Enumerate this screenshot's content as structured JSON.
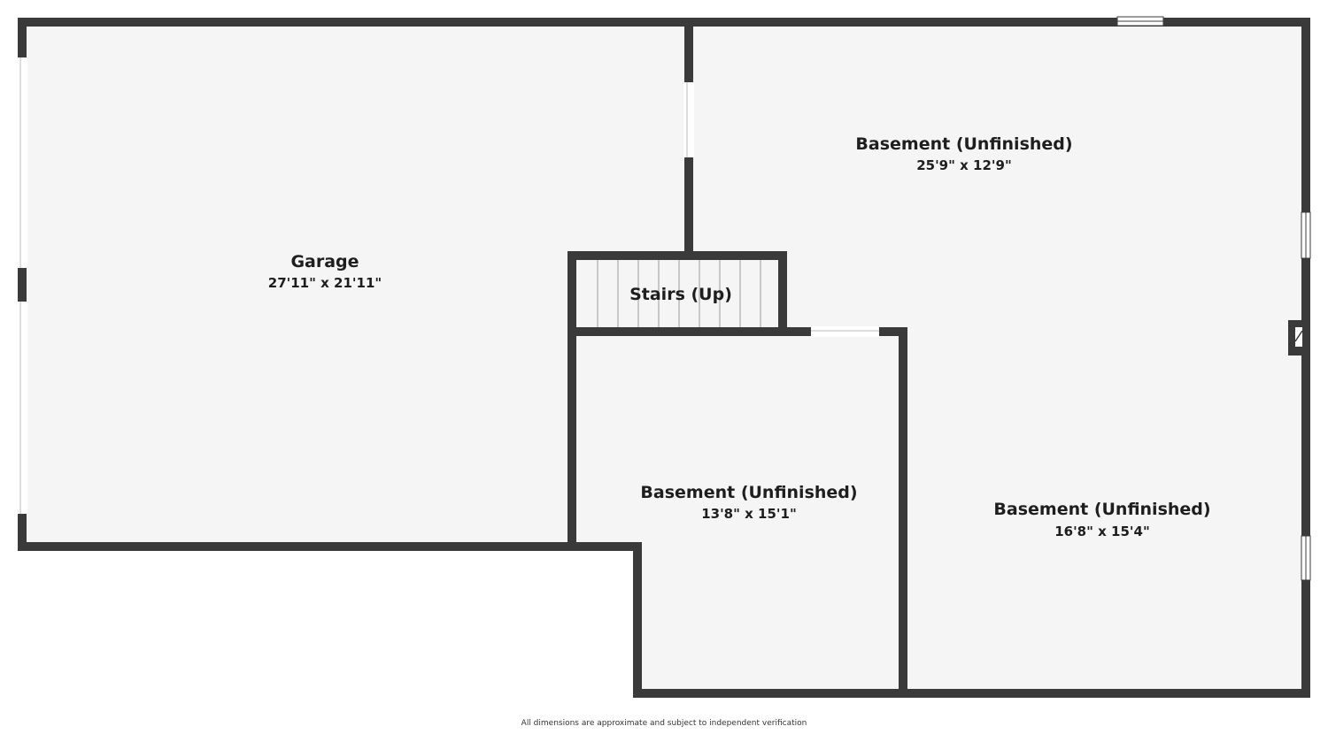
{
  "colors": {
    "wall": "#3a3a3a",
    "floor": "#f5f5f5",
    "background": "#ffffff",
    "text": "#1e1e1e"
  },
  "rooms": [
    {
      "name": "Garage",
      "dimensions": "27'11\" x 21'11\""
    },
    {
      "name": "Stairs (Up)",
      "dimensions": ""
    },
    {
      "name": "Basement (Unfinished)",
      "dimensions": "25'9\" x 12'9\""
    },
    {
      "name": "Basement (Unfinished)",
      "dimensions": "13'8\" x 15'1\""
    },
    {
      "name": "Basement (Unfinished)",
      "dimensions": "16'8\" x 15'4\""
    }
  ],
  "footer": {
    "disclaimer": "All dimensions are approximate and subject to independent verification"
  }
}
